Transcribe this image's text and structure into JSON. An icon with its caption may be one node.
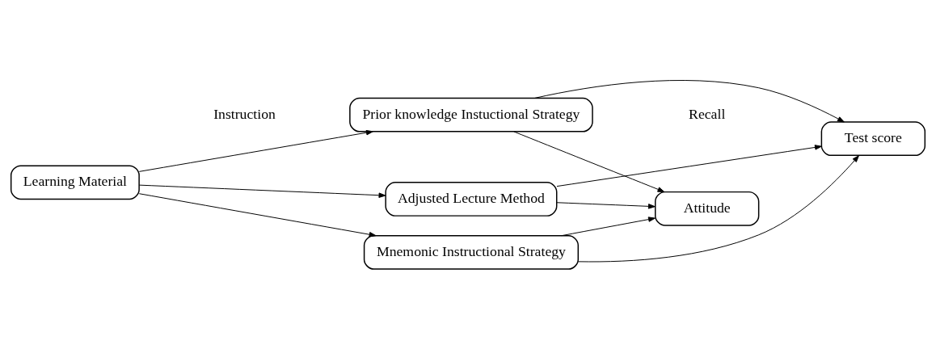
{
  "diagram": {
    "nodes": [
      {
        "text": [
          "Learning Material"
        ]
      },
      {
        "text": [
          "Mnemonic Instructional Strategy"
        ]
      },
      {
        "text": [
          "Prior knowledge Instuctional Strategy"
        ]
      },
      {
        "text": [
          "Adjusted Lecture Method"
        ]
      },
      {
        "text": [
          "Test score"
        ]
      },
      {
        "text": [
          "Attitude"
        ]
      }
    ],
    "edges": [
      {
        "from": 0,
        "to": 1,
        "arrow": "to"
      },
      {
        "from": 0,
        "to": 2,
        "arrow": "to"
      },
      {
        "from": 0,
        "to": 3,
        "arrow": "to"
      },
      {
        "from": 1,
        "to": 4,
        "arrow": "to"
      },
      {
        "from": 1,
        "to": 5,
        "arrow": "to"
      },
      {
        "from": 2,
        "to": 4,
        "arrow": "to"
      },
      {
        "from": 2,
        "to": 5,
        "arrow": "to"
      },
      {
        "from": 3,
        "to": 4,
        "arrow": "to"
      },
      {
        "from": 3,
        "to": 5,
        "arrow": "to"
      }
    ],
    "labels": [
      "Instruction",
      "Recall"
    ]
  }
}
